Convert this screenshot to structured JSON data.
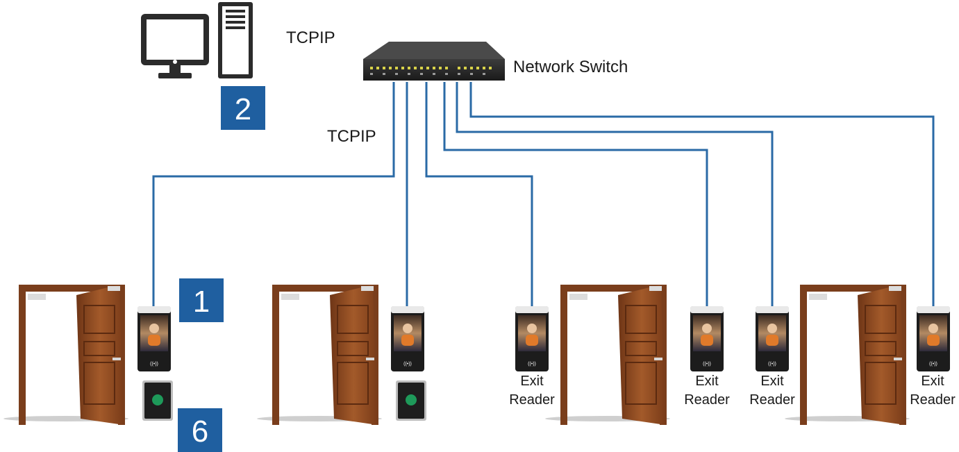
{
  "labels": {
    "tcpip_top": "TCPIP",
    "tcpip_mid": "TCPIP",
    "network_switch": "Network Switch",
    "exit_reader_1": [
      "Exit",
      "Reader"
    ],
    "exit_reader_2": [
      "Exit",
      "Reader"
    ],
    "exit_reader_3": [
      "Exit",
      "Reader"
    ],
    "exit_reader_4": [
      "Exit",
      "Reader"
    ]
  },
  "badges": {
    "pc": "2",
    "terminal": "1",
    "button": "6"
  },
  "colors": {
    "cable": "#2a6aa6",
    "badge": "#1f5fa0",
    "door": "#8a4a22",
    "frame": "#7a3e1c"
  }
}
